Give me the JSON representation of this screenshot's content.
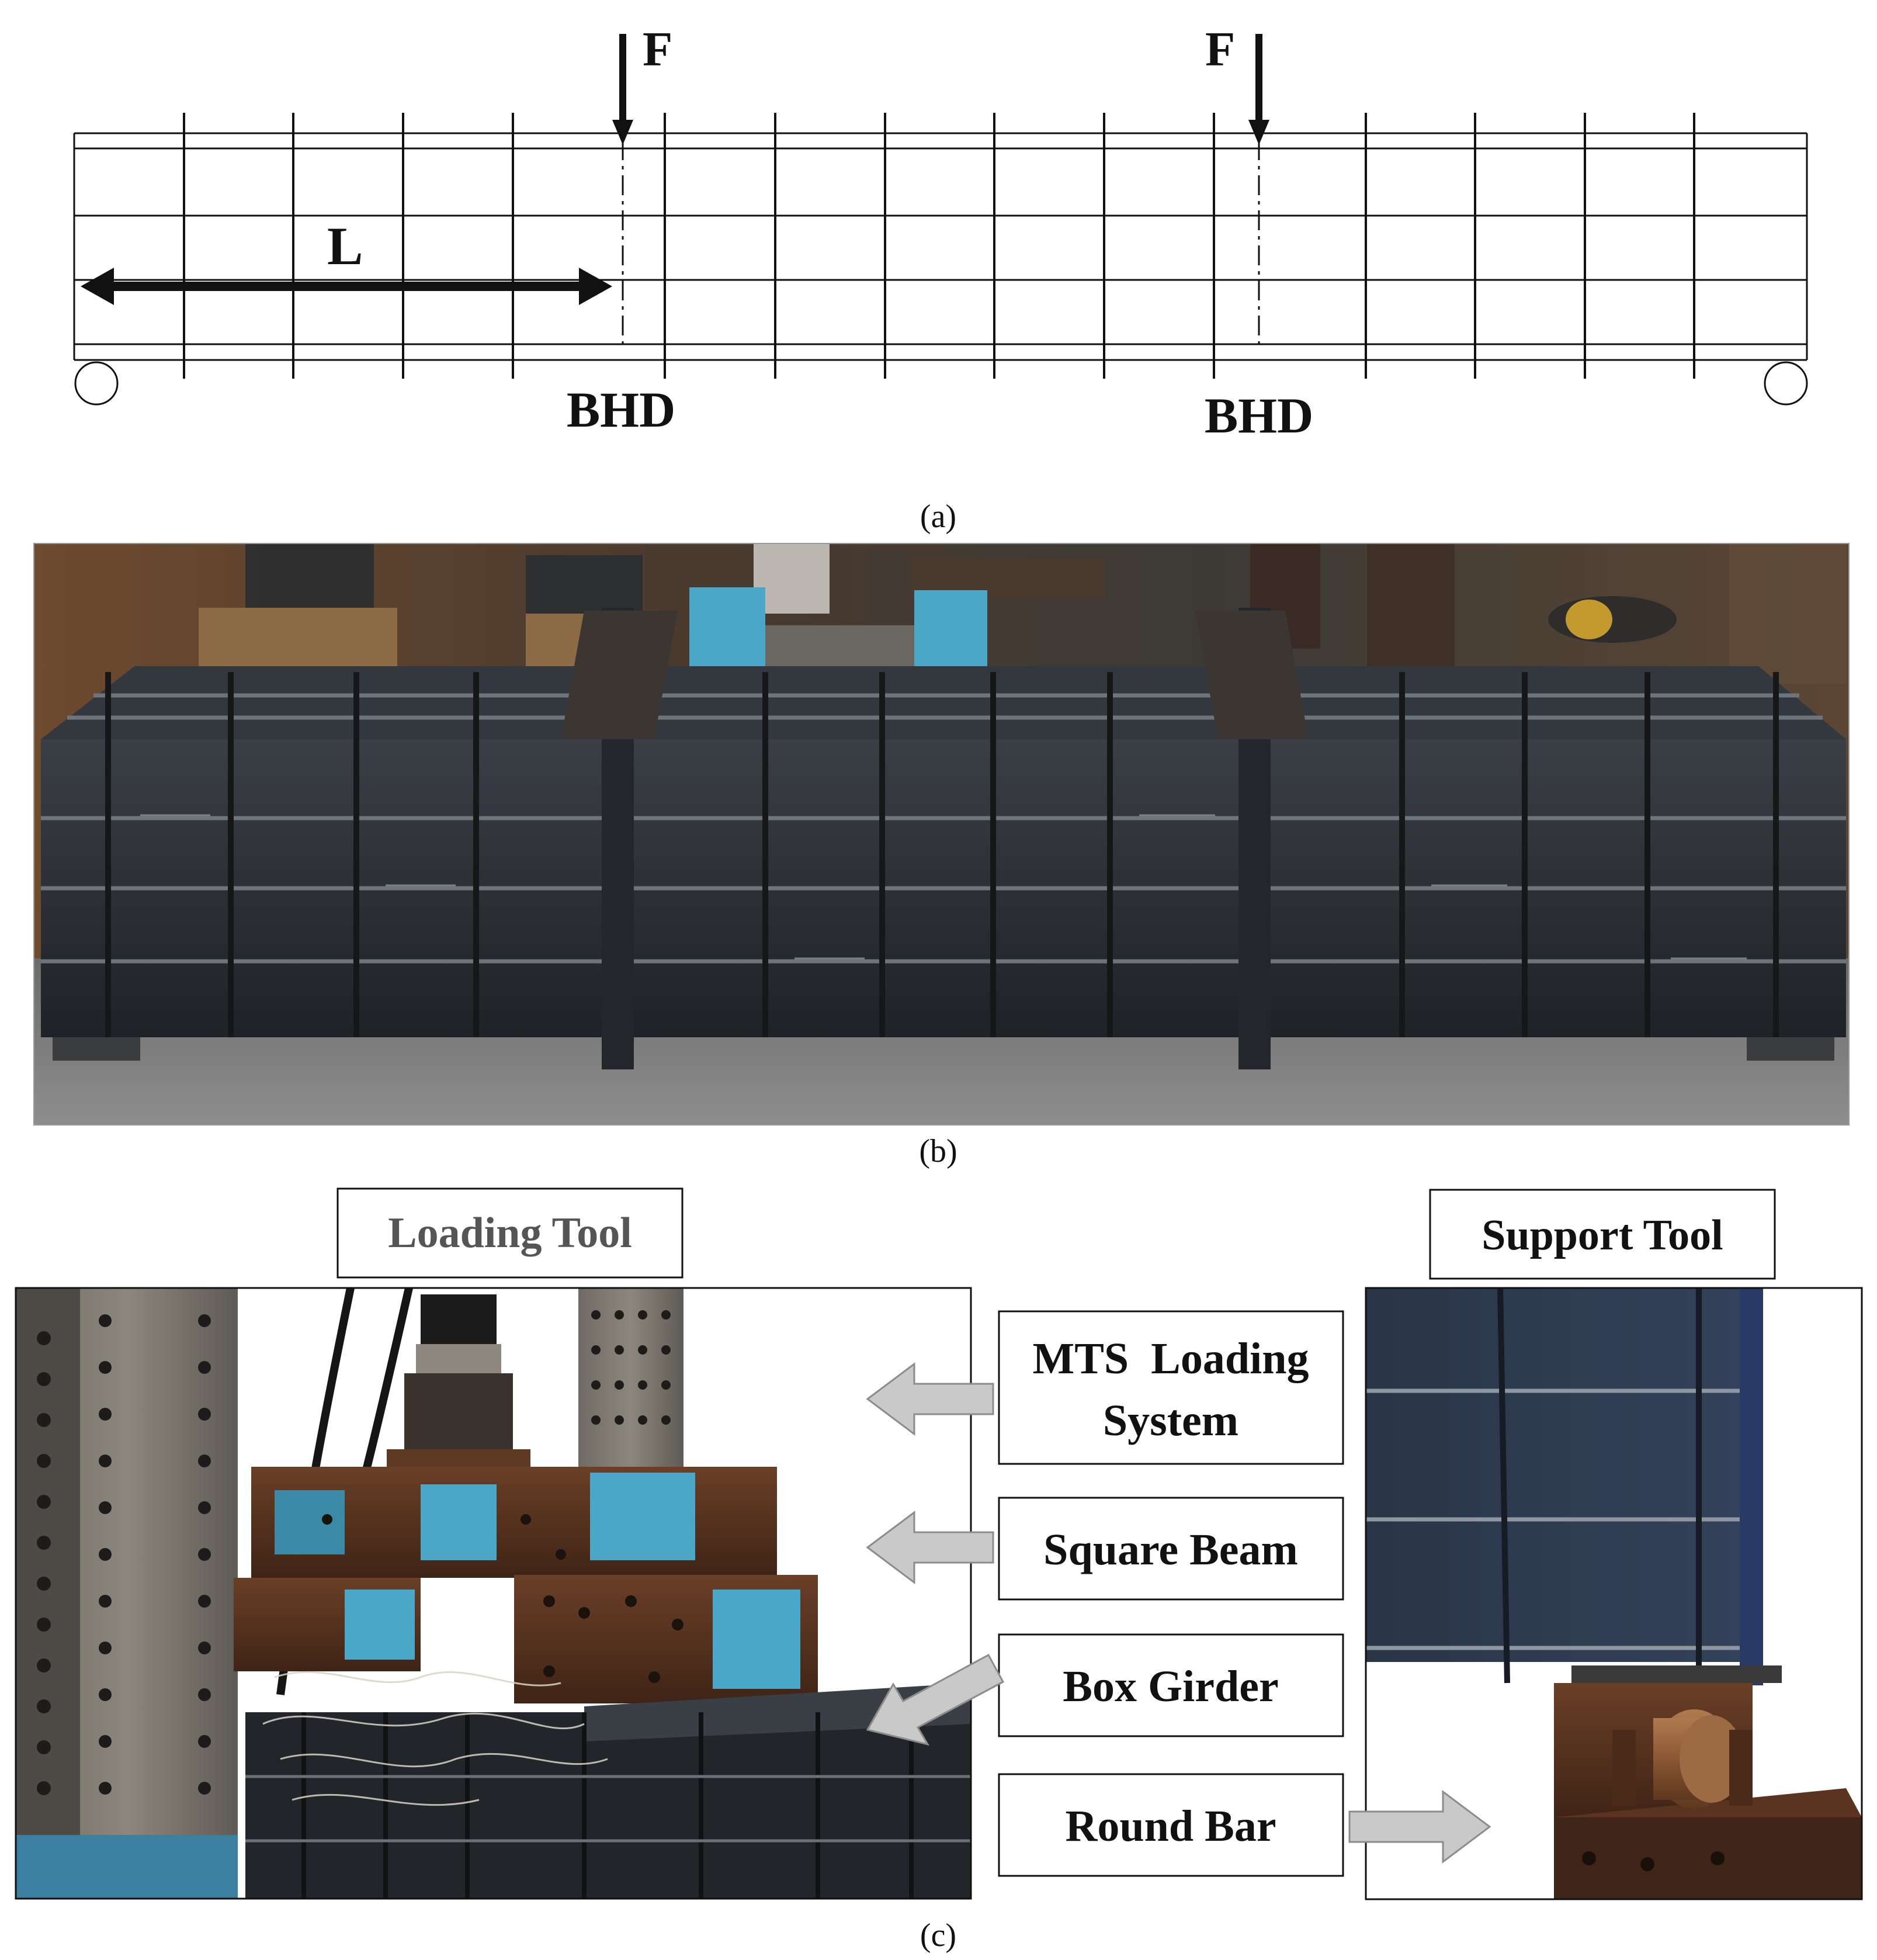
{
  "diagram_a": {
    "force_left": "F",
    "force_right": "F",
    "span_label": "L",
    "bulkhead_left": "BHD",
    "bulkhead_right": "BHD"
  },
  "panel_labels": {
    "a": "(a)",
    "b": "(b)",
    "c": "(c)"
  },
  "panel_c": {
    "loading_tool": "Loading Tool",
    "support_tool": "Support Tool",
    "callouts": [
      {
        "line1": "MTS  Loading",
        "line2": "System"
      },
      {
        "line1": "Square Beam"
      },
      {
        "line1": "Box Girder"
      },
      {
        "line1": "Round Bar"
      }
    ]
  },
  "colors": {
    "line": "#111111",
    "arrow_fill": "#c9c9c9",
    "arrow_stroke": "#8c8c8c",
    "steel_dark": "#2b2f33",
    "steel_blue": "#4aa7c7",
    "rust": "#5a3420",
    "loading_tool_text": "#555555"
  }
}
